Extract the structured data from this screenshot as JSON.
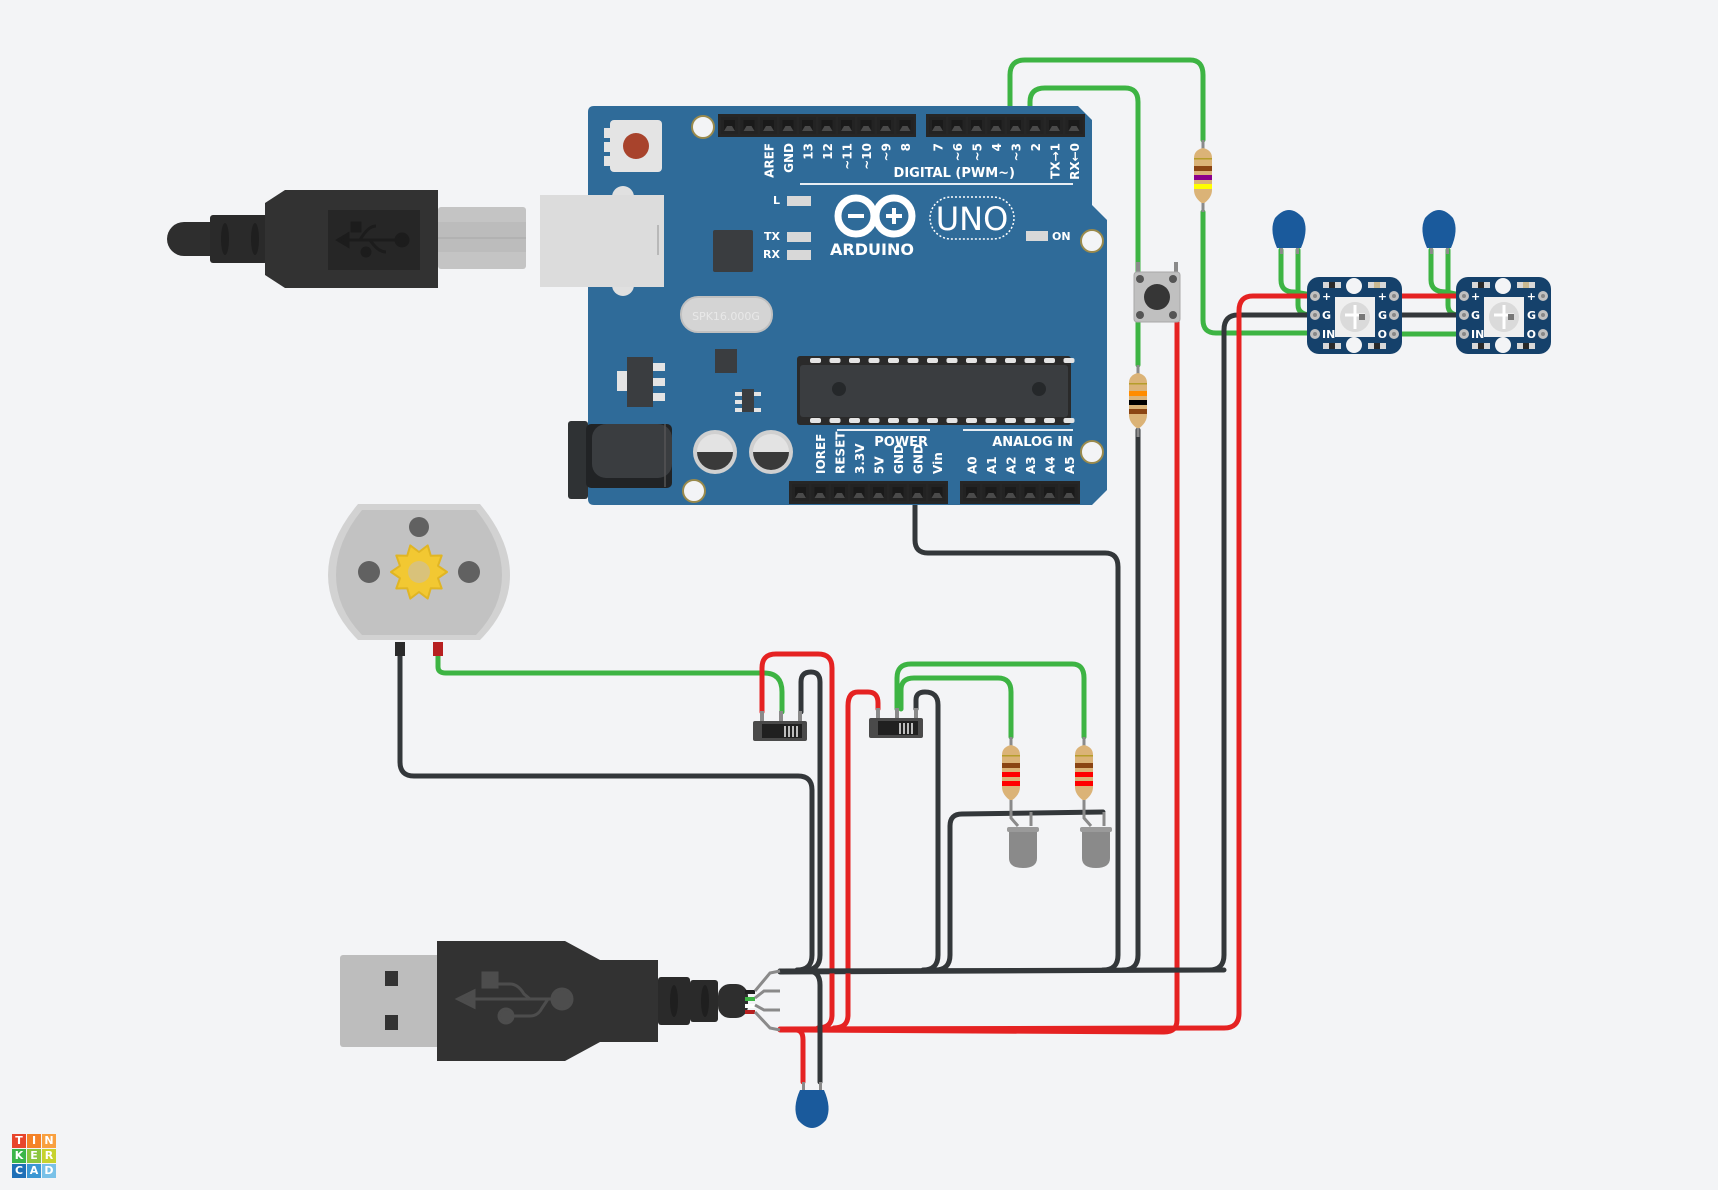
{
  "app": {
    "name": "Tinkercad Circuits"
  },
  "logo": {
    "letters": [
      "T",
      "I",
      "N",
      "K",
      "E",
      "R",
      "C",
      "A",
      "D"
    ],
    "colors": [
      "#e8452c",
      "#f48228",
      "#f9a03f",
      "#3cb54a",
      "#8dc63f",
      "#c7d22f",
      "#1e6fb7",
      "#3b97d3",
      "#79c1e8"
    ]
  },
  "arduino": {
    "brand": "ARDUINO",
    "model": "UNO",
    "crystal": "SPK16.000G",
    "digital_header_label": "DIGITAL (PWM~)",
    "power_header_label": "POWER",
    "analog_header_label": "ANALOG IN",
    "led_labels": {
      "l": "L",
      "tx": "TX",
      "rx": "RX",
      "on": "ON"
    },
    "digital_left_pins": [
      "AREF",
      "GND",
      "13",
      "12",
      "~11",
      "~10",
      "~9",
      "8"
    ],
    "digital_right_pins": [
      "7",
      "~6",
      "~5",
      "4",
      "~3",
      "2",
      "TX→1",
      "RX←0"
    ],
    "power_pins": [
      "IOREF",
      "RESET",
      "3.3V",
      "5V",
      "GND",
      "GND",
      "Vin"
    ],
    "analog_pins": [
      "A0",
      "A1",
      "A2",
      "A3",
      "A4",
      "A5"
    ]
  },
  "neopixel": {
    "pin_labels": {
      "plus": "+",
      "g": "G",
      "in": "IN",
      "out": "O"
    }
  },
  "colors": {
    "board": "#2f6b99",
    "wire_green": "#3db443",
    "wire_red": "#e52222",
    "wire_black": "#33373a",
    "capacitor": "#1a5a9c",
    "neopixel_pcb": "#15416b"
  },
  "components": [
    "Arduino Uno R3",
    "USB-B cable",
    "USB-A power cable",
    "DC motor",
    "Slide switch 1",
    "Slide switch 2",
    "Pushbutton",
    "Resistor (button pull-down)",
    "Resistor (NeoPixel data)",
    "Resistor LED 1",
    "Resistor LED 2",
    "LED 1",
    "LED 2",
    "NeoPixel 1",
    "NeoPixel 2",
    "Capacitor NeoPixel 1",
    "Capacitor NeoPixel 2",
    "Capacitor power"
  ]
}
